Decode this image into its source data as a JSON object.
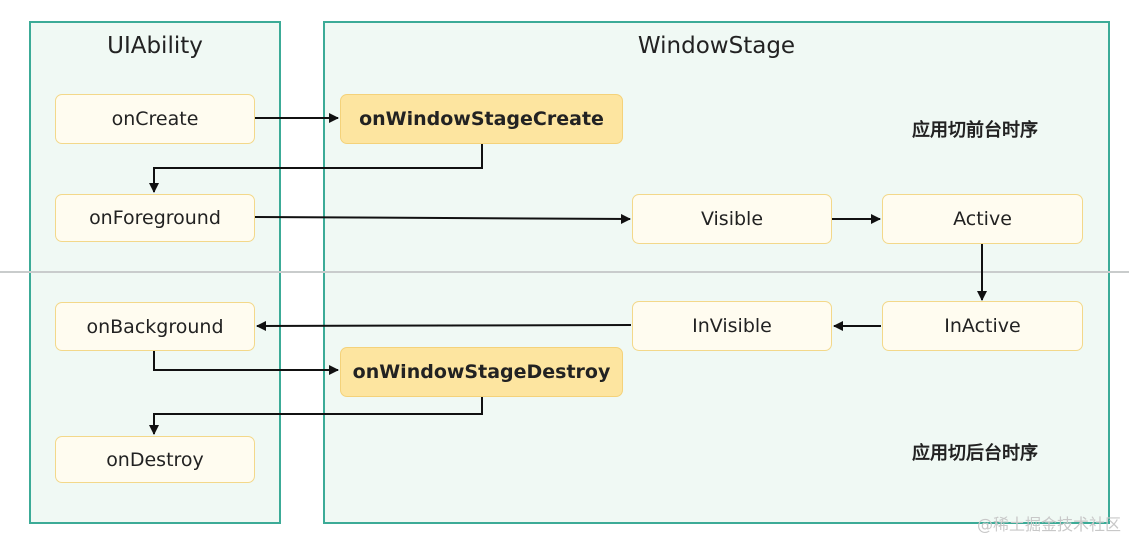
{
  "panels": {
    "uiability": {
      "title": "UIAbility"
    },
    "windowstage": {
      "title": "WindowStage"
    }
  },
  "nodes": {
    "on_create": "onCreate",
    "on_window_stage_create": "onWindowStageCreate",
    "on_foreground": "onForeground",
    "visible": "Visible",
    "active": "Active",
    "on_background": "onBackground",
    "invisible": "InVisible",
    "inactive": "InActive",
    "on_window_stage_destroy": "onWindowStageDestroy",
    "on_destroy": "onDestroy"
  },
  "notes": {
    "foreground_sequence": "应用切前台时序",
    "background_sequence": "应用切后台时序"
  },
  "watermark": "@稀土掘金技术社区",
  "colors": {
    "panel_border": "#3cab97",
    "panel_fill": "#f0f9f4",
    "node_border": "#f3d88a",
    "node_fill": "#fffcf0",
    "node_highlight_fill": "#fde5a0",
    "arrow": "#111111"
  }
}
